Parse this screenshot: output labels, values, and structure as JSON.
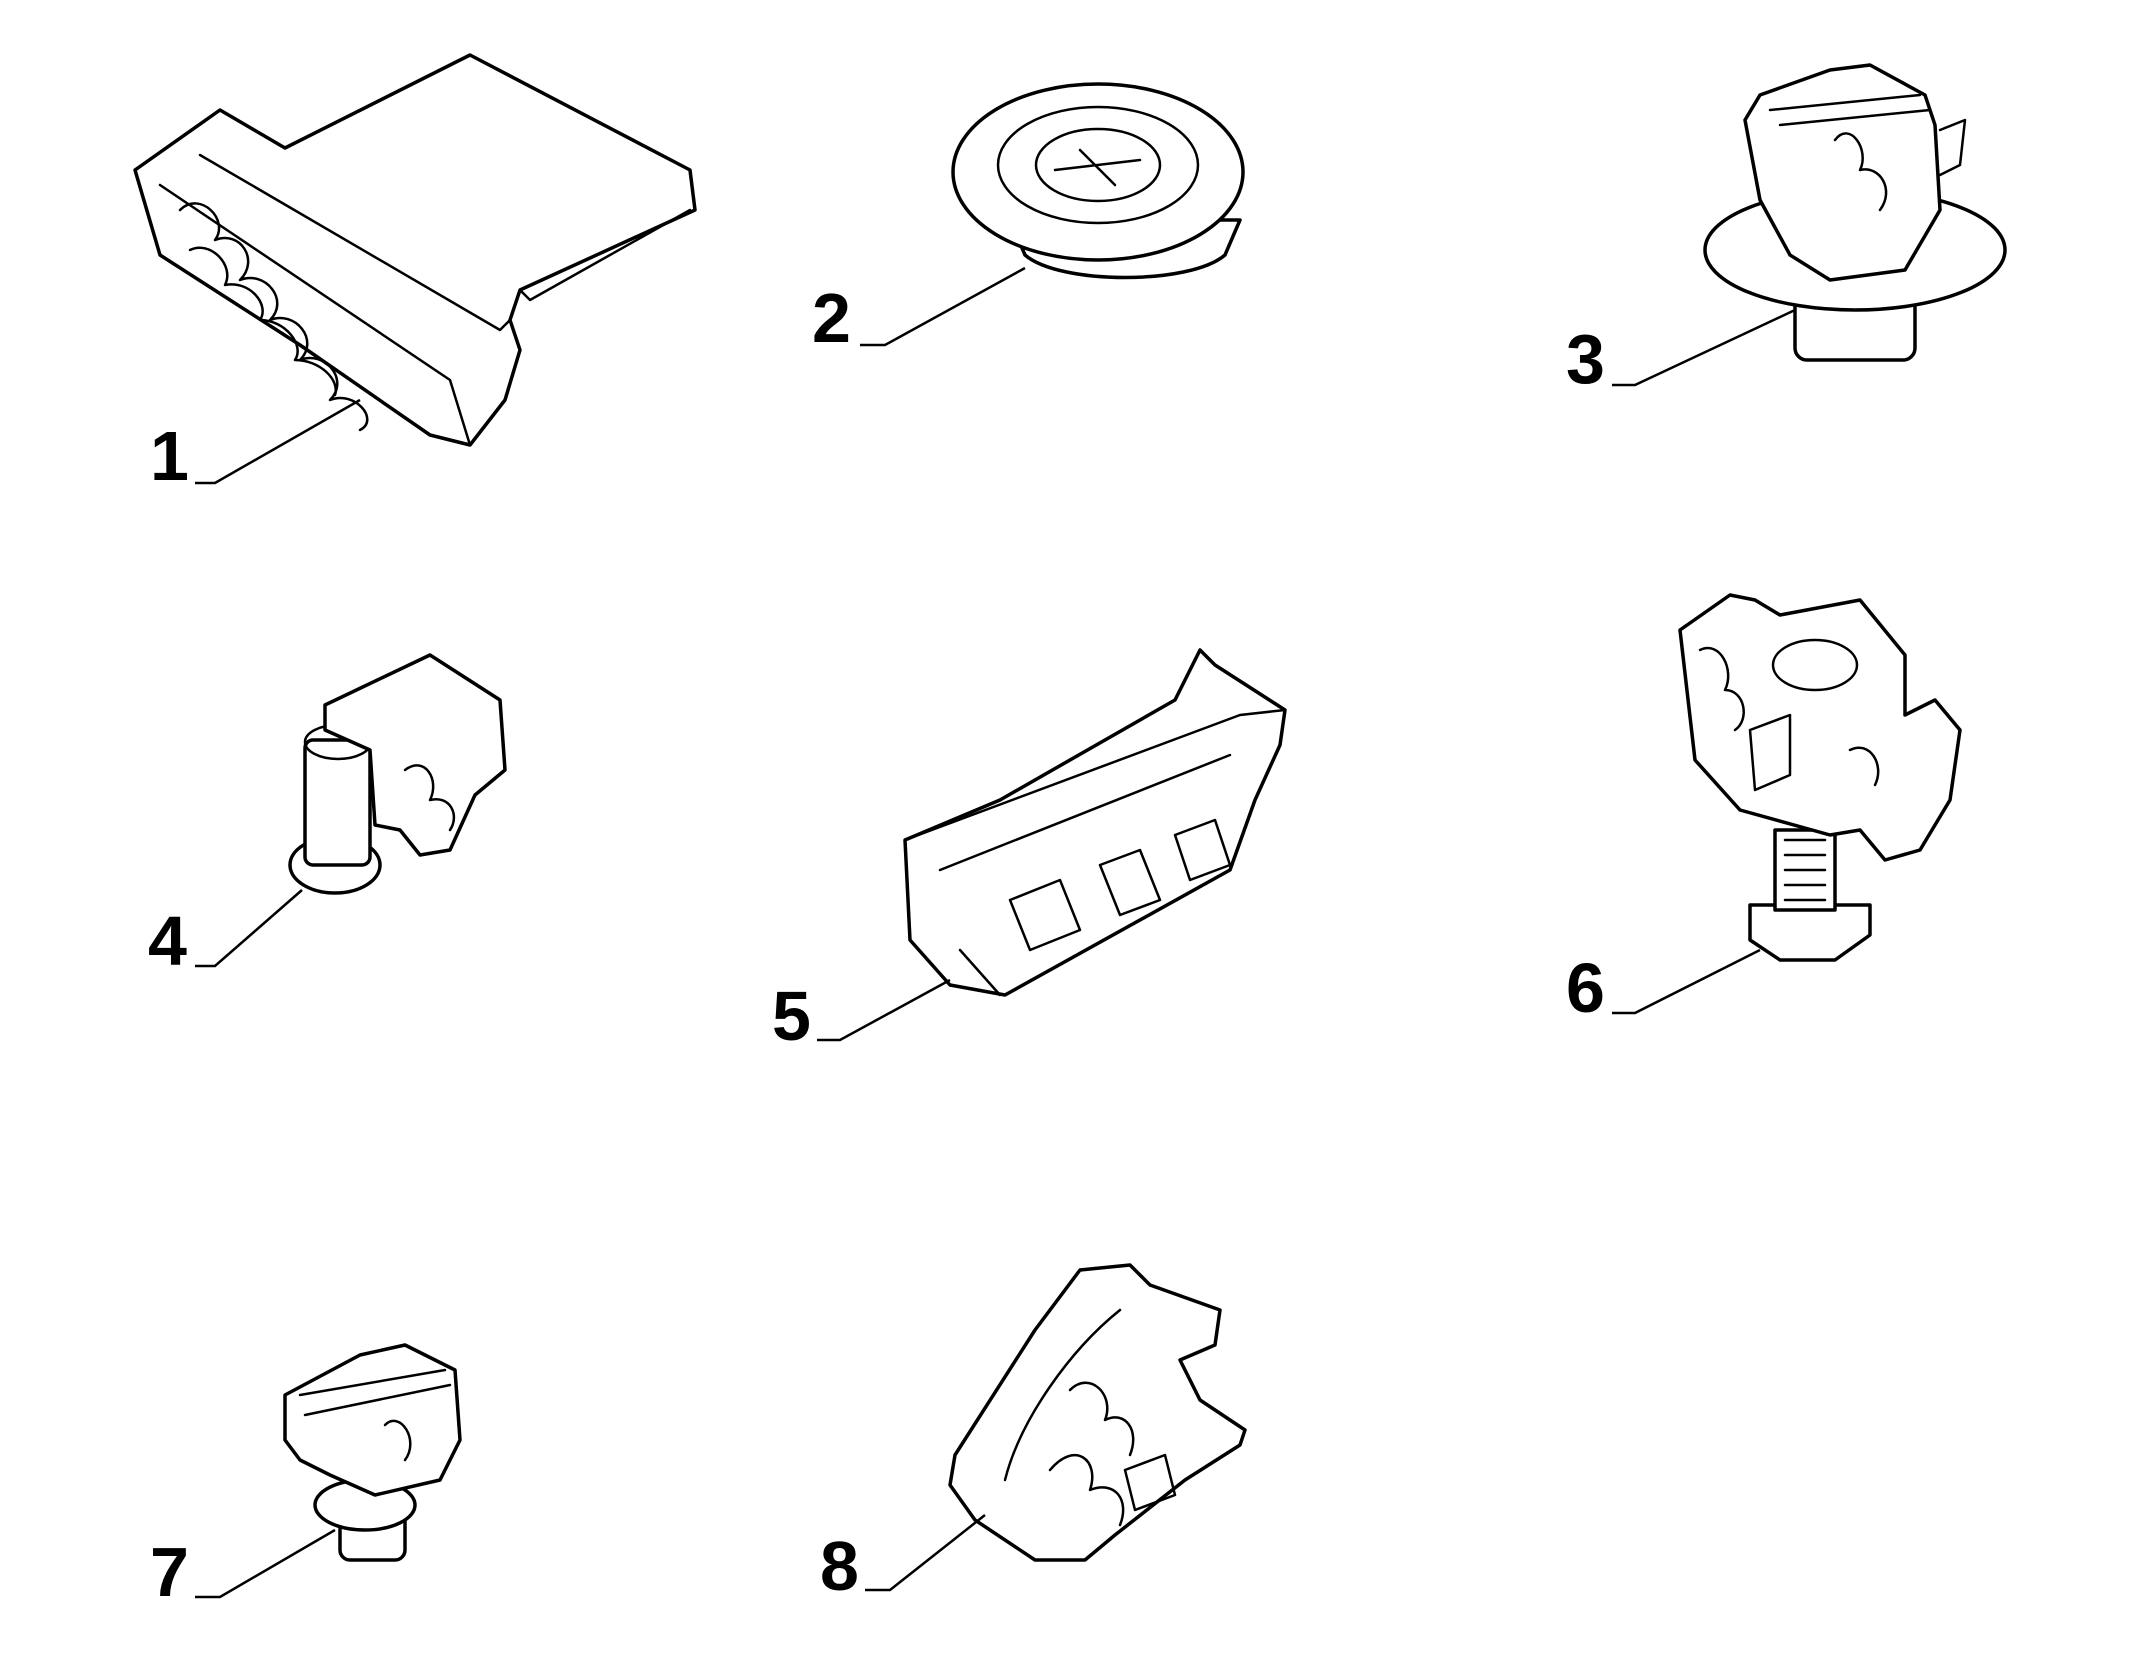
{
  "diagram": {
    "colors": {
      "line": "#000000",
      "background": "#ffffff"
    },
    "callouts": [
      {
        "id": 1,
        "label": "1"
      },
      {
        "id": 2,
        "label": "2"
      },
      {
        "id": 3,
        "label": "3"
      },
      {
        "id": 4,
        "label": "4"
      },
      {
        "id": 5,
        "label": "5"
      },
      {
        "id": 6,
        "label": "6"
      },
      {
        "id": 7,
        "label": "7"
      },
      {
        "id": 8,
        "label": "8"
      }
    ]
  }
}
